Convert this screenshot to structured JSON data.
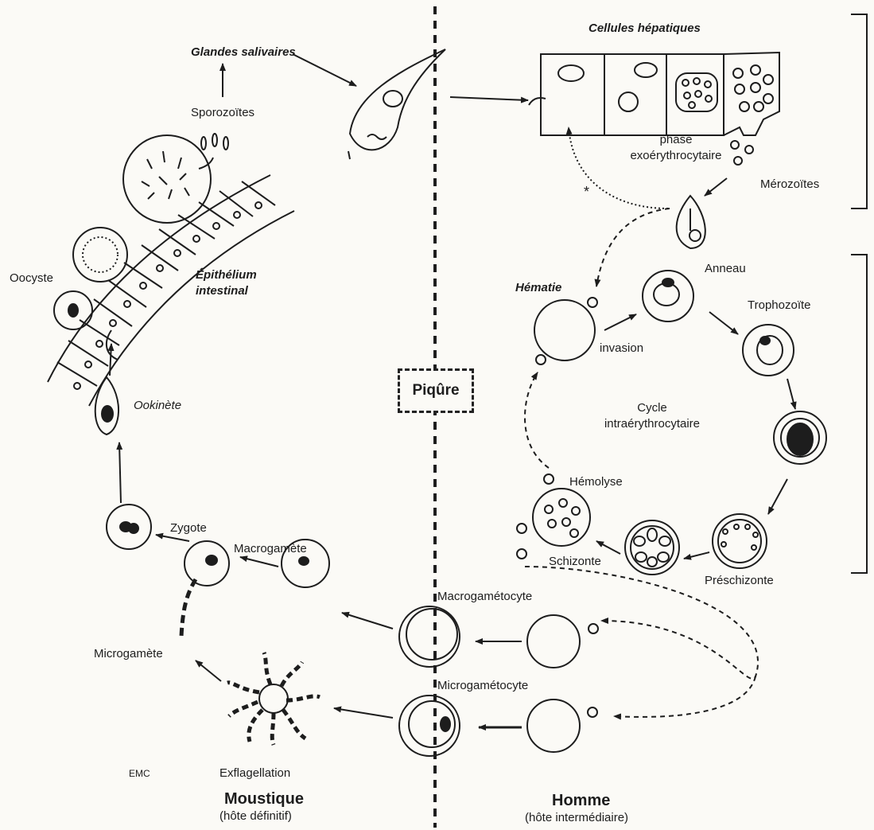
{
  "labels": {
    "cellules_hepatiques": "Cellules hépatiques",
    "glandes_salivaires": "Glandes salivaires",
    "sporozoites": "Sporozoïtes",
    "phase_line1": "phase",
    "phase_line2": "exoérythrocytaire",
    "merozoites": "Mérozoïtes",
    "asterisk": "*",
    "epithelium_line1": "Épithélium",
    "epithelium_line2": "intestinal",
    "oocyste": "Oocyste",
    "ookinete": "Ookinète",
    "hematie": "Hématie",
    "anneau": "Anneau",
    "trophozoite": "Trophozoïte",
    "invasion": "invasion",
    "cycle_line1": "Cycle",
    "cycle_line2": "intraérythrocytaire",
    "piqure": "Piqûre",
    "hemolyse": "Hémolyse",
    "schizonte": "Schizonte",
    "preschizonte": "Préschizonte",
    "zygote": "Zygote",
    "macrogamete": "Macrogamète",
    "macrogametocyte": "Macrogamétocyte",
    "microgamete": "Microgamète",
    "microgametocyte": "Microgamétocyte",
    "exflagellation": "Exflagellation",
    "emc": "EMC",
    "moustique": "Moustique",
    "moustique_sub": "(hôte définitif)",
    "homme": "Homme",
    "homme_sub": "(hôte intermédiaire)"
  },
  "colors": {
    "ink": "#1d1d1d",
    "background": "#fbfaf6"
  }
}
